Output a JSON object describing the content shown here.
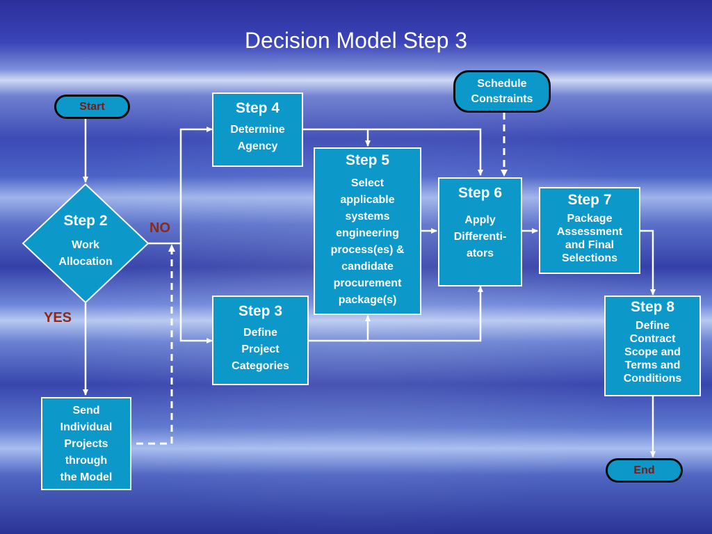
{
  "title": "Decision Model Step 3",
  "start": "Start",
  "end": "End",
  "schedule": [
    "Schedule",
    "Constraints"
  ],
  "step2": {
    "heading": "Step 2",
    "body": [
      "Work",
      "Allocation"
    ]
  },
  "no_label": "NO",
  "yes_label": "YES",
  "send": [
    "Send",
    "Individual",
    "Projects",
    "through",
    "the Model"
  ],
  "step3": {
    "heading": "Step 3",
    "body": [
      "Define",
      "Project",
      "Categories"
    ]
  },
  "step4": {
    "heading": "Step 4",
    "body": [
      "Determine",
      "Agency"
    ]
  },
  "step5": {
    "heading": "Step 5",
    "body": [
      "Select",
      "applicable",
      "systems",
      "engineering",
      "process(es) &",
      "candidate",
      "procurement",
      "package(s)"
    ]
  },
  "step6": {
    "heading": "Step 6",
    "body": [
      "Apply",
      "Differenti-",
      "ators"
    ]
  },
  "step7": {
    "heading": "Step 7",
    "body": [
      "Package",
      "Assessment",
      "and Final",
      "Selections"
    ]
  },
  "step8": {
    "heading": "Step 8",
    "body": [
      "Define",
      "Contract",
      "Scope and",
      "Terms and",
      "Conditions"
    ]
  }
}
